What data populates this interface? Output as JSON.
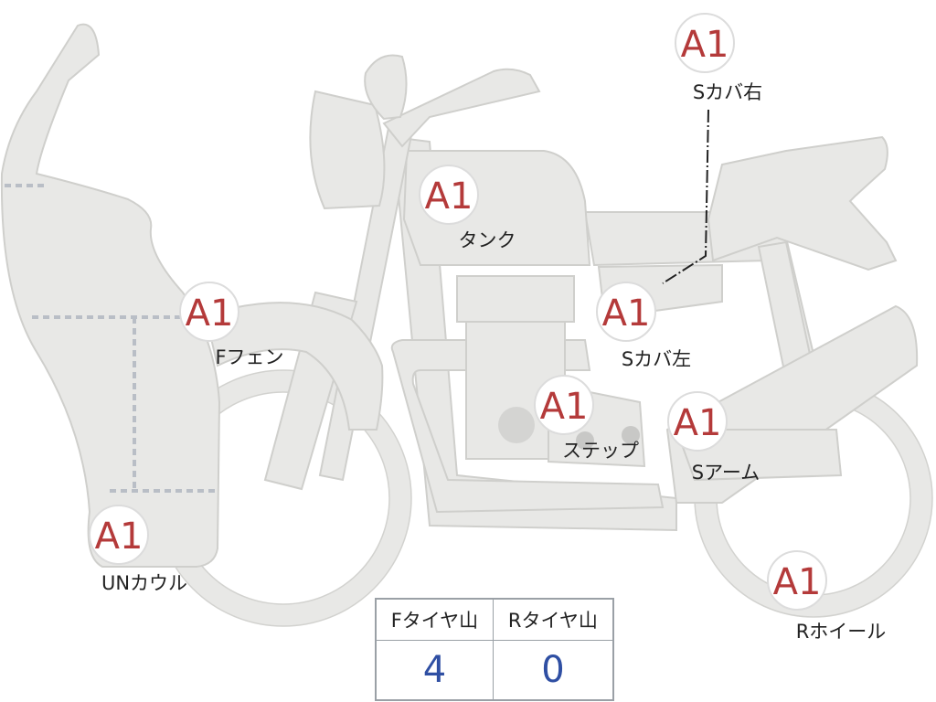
{
  "grade_badges": {
    "rear_side_cover": "A1",
    "tank": "A1",
    "front_fender": "A1",
    "left_side_cover": "A1",
    "step": "A1",
    "swing_arm": "A1",
    "under_cowl": "A1",
    "rear_wheel": "A1"
  },
  "part_labels": {
    "rear_side_cover": "Sカバ右",
    "tank": "タンク",
    "front_fender": "Fフェン",
    "left_side_cover": "Sカバ左",
    "step": "ステップ",
    "swing_arm": "Sアーム",
    "under_cowl": "UNカウル",
    "rear_wheel": "Rホイール"
  },
  "tire_table": {
    "headers": [
      "Fタイヤ山",
      "Rタイヤ山"
    ],
    "values": [
      "4",
      "0"
    ]
  }
}
